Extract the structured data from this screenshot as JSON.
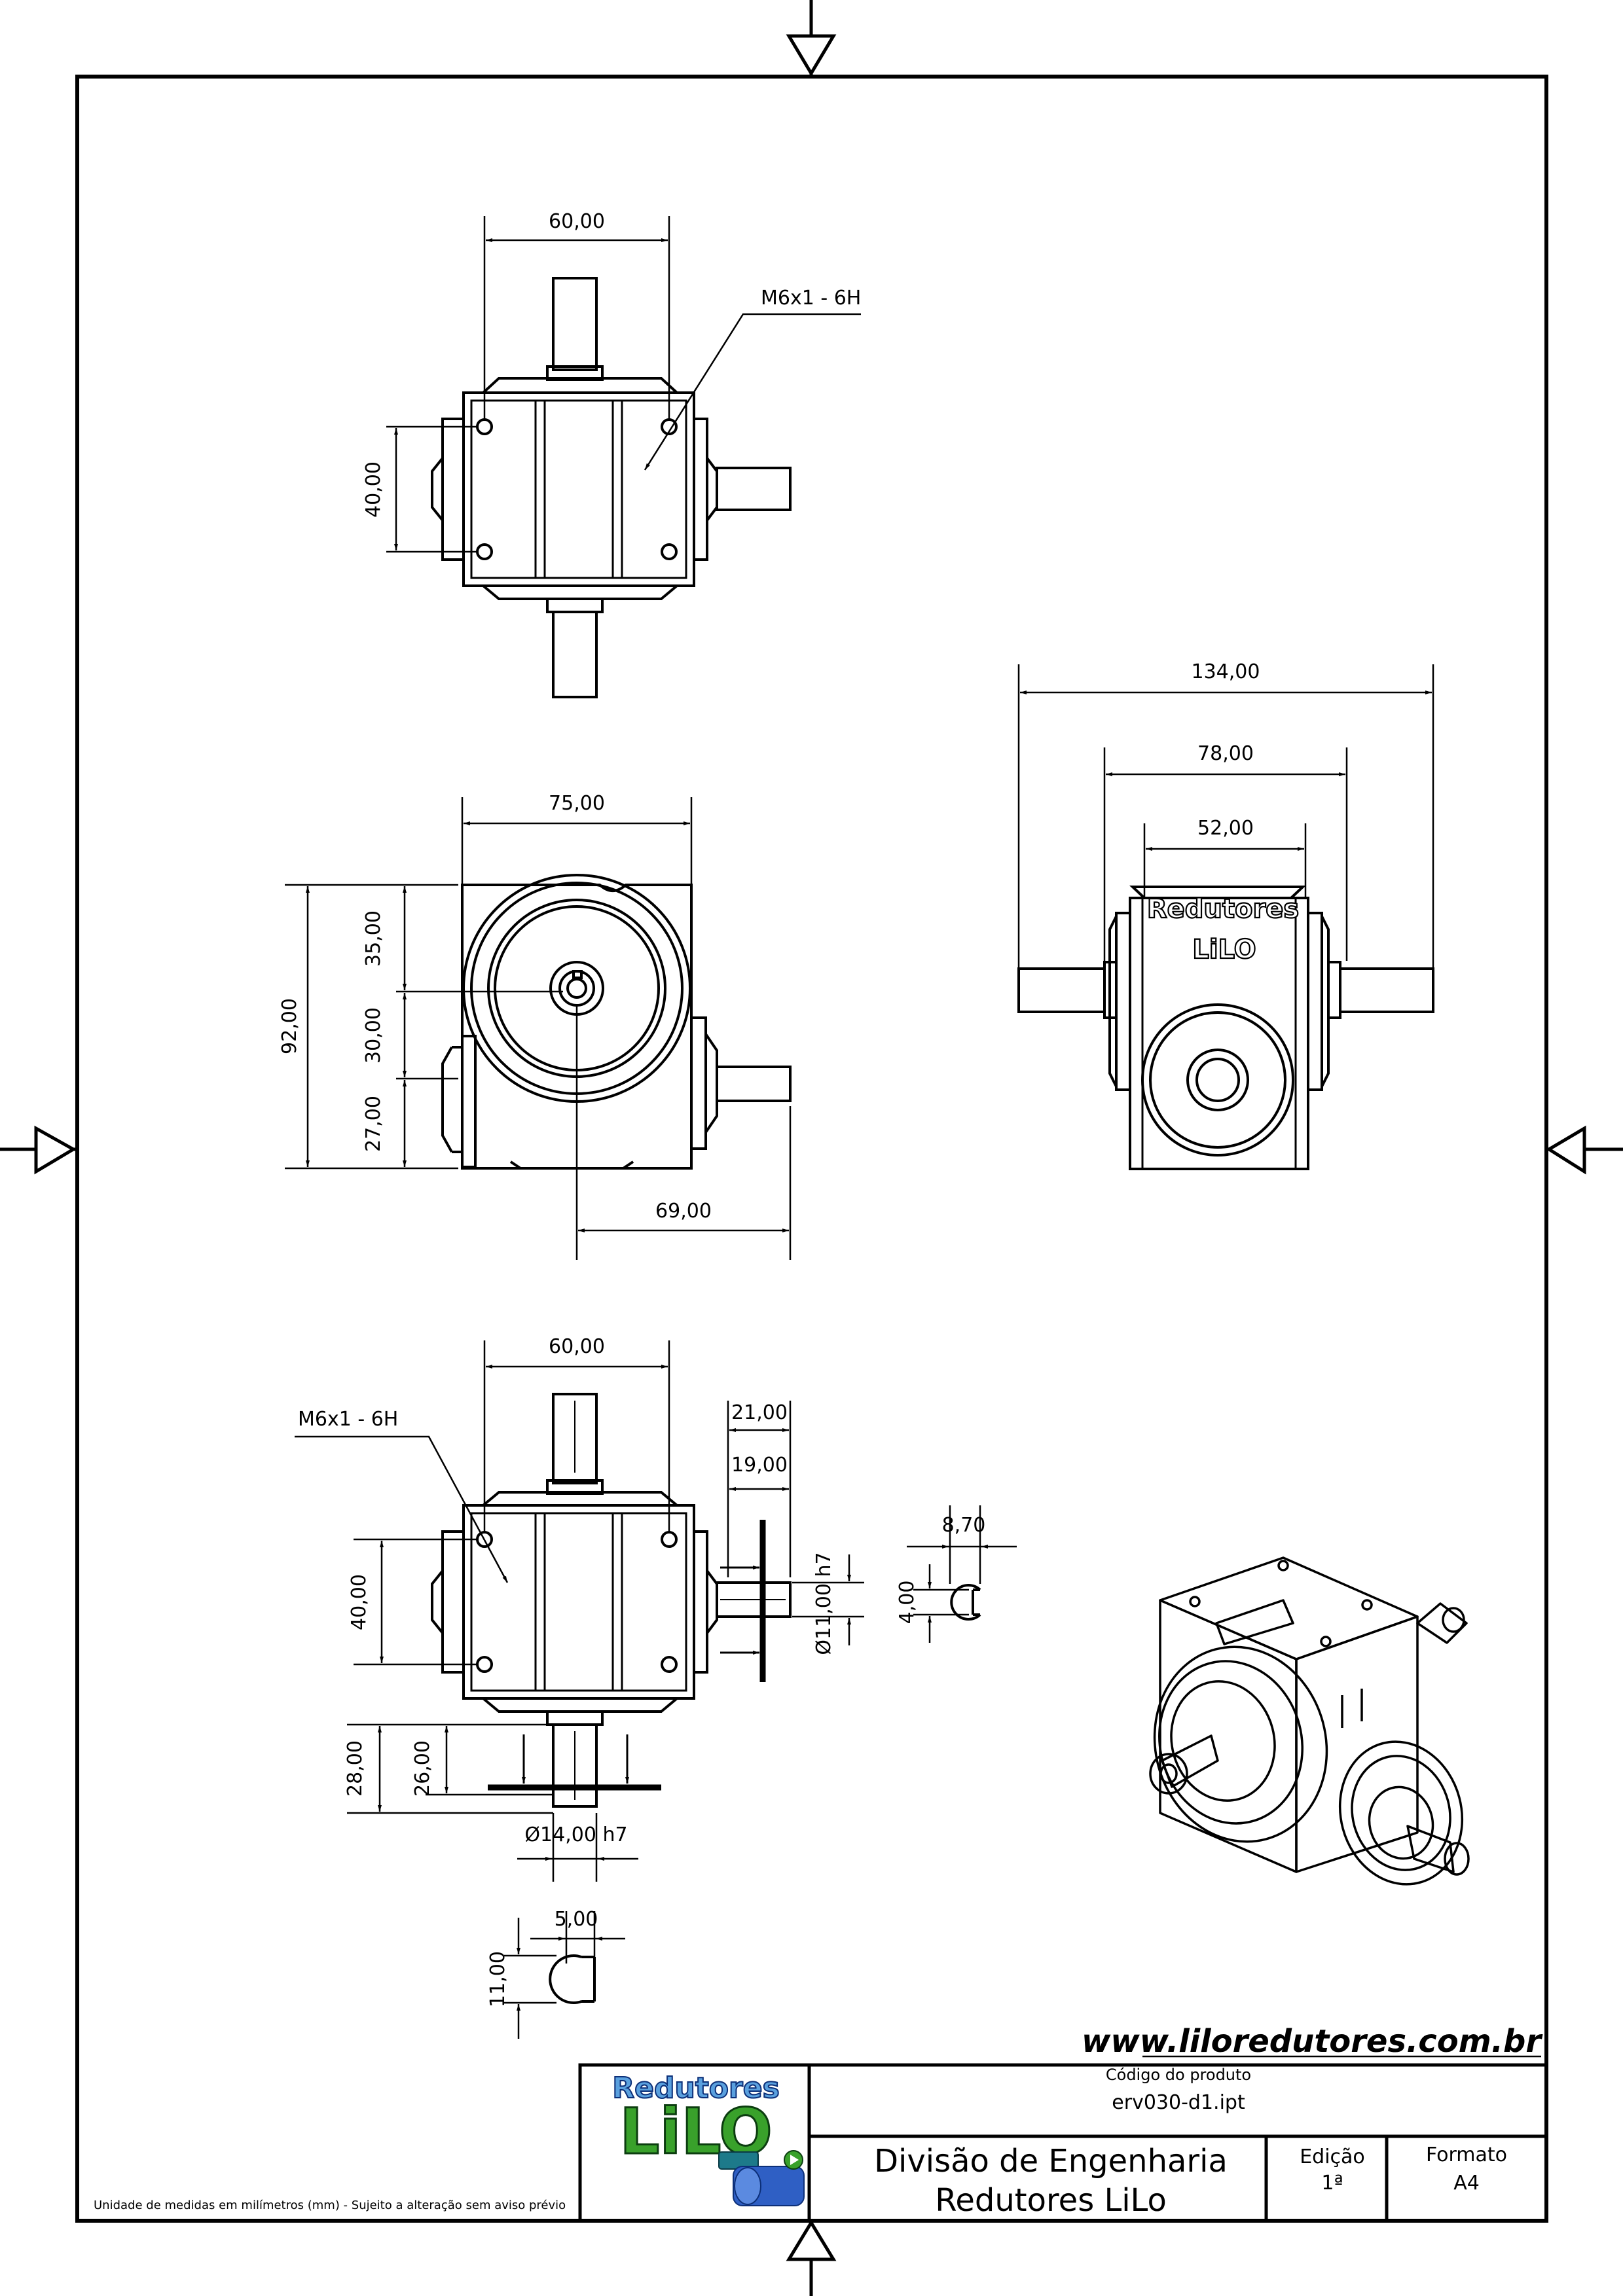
{
  "top_view": {
    "dim_width": "60,00",
    "dim_height": "40,00",
    "thread_note": "M6x1 - 6H"
  },
  "front_view": {
    "dim_width": "75,00",
    "dim_total_height": "92,00",
    "dim_upper": "35,00",
    "dim_middle": "30,00",
    "dim_lower": "27,00",
    "dim_shaft_extent": "69,00"
  },
  "side_view": {
    "dim_overall": "134,00",
    "dim_mid": "78,00",
    "dim_inner": "52,00",
    "emblem_line1": "Redutores",
    "emblem_line2": "LiLO"
  },
  "bottom_view": {
    "dim_width": "60,00",
    "dim_height": "40,00",
    "thread_note": "M6x1 - 6H",
    "dim_shaft_21": "21,00",
    "dim_shaft_19": "19,00",
    "dim_shaft_diameter": "Ø11,00 h7",
    "dim_28": "28,00",
    "dim_26": "26,00",
    "dim_shaft_diameter_14": "Ø14,00 h7"
  },
  "key_detail_small": {
    "dim_width": "8,70",
    "dim_key": "4,00"
  },
  "key_detail_large": {
    "dim_width": "5,00",
    "dim_height": "11,00"
  },
  "website": "www.liloredutores.com.br",
  "title_block": {
    "logo_line1": "Redutores",
    "logo_line2": "LiLO",
    "code_label": "Código do produto",
    "code_value": "erv030-d1.ipt",
    "department_line1": "Divisão de Engenharia",
    "department_line2": "Redutores LiLo",
    "edition_label": "Edição",
    "edition_value": "1ª",
    "format_label": "Formato",
    "format_value": "A4"
  },
  "footer_note": "Unidade de medidas em milímetros (mm) - Sujeito a alteração sem aviso prévio"
}
